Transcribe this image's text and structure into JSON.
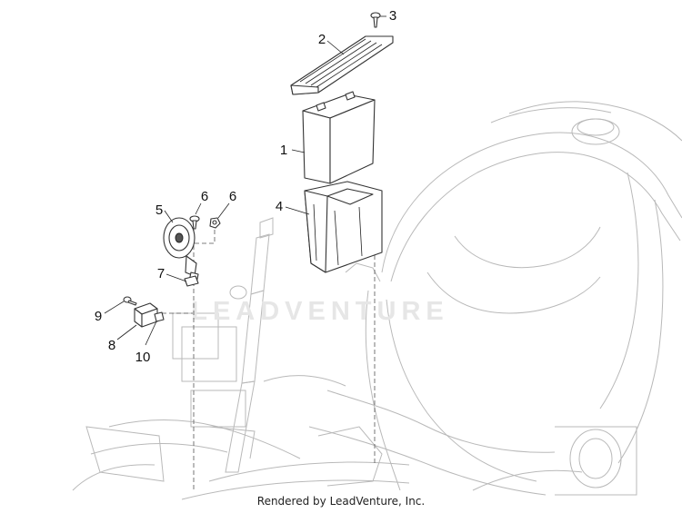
{
  "watermark": "LEADVENTURE",
  "credit": "Rendered by LeadVenture, Inc.",
  "callouts": [
    "1",
    "2",
    "3",
    "4",
    "5",
    "6",
    "6",
    "7",
    "8",
    "9",
    "10"
  ]
}
